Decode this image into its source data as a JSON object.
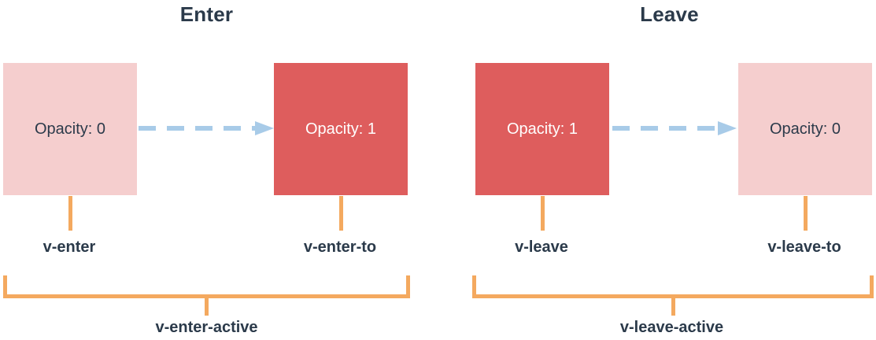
{
  "colors": {
    "faded_box": "#f5cece",
    "opaque_box": "#de5d5d",
    "arrow": "#a8cbe8",
    "bracket": "#f4a95f",
    "text_dark": "#2b3a4a",
    "text_light": "#ffffff",
    "background": "#ffffff"
  },
  "panels": [
    {
      "id": "enter",
      "title": "Enter",
      "from_box": {
        "value_label": "Opacity: 0",
        "state": "faded",
        "class_label": "v-enter"
      },
      "to_box": {
        "value_label": "Opacity: 1",
        "state": "opaque",
        "class_label": "v-enter-to"
      },
      "arrow": {
        "icon": "dashed-arrow-right-icon",
        "direction": "right"
      },
      "bracket_label": "v-enter-active"
    },
    {
      "id": "leave",
      "title": "Leave",
      "from_box": {
        "value_label": "Opacity: 1",
        "state": "opaque",
        "class_label": "v-leave"
      },
      "to_box": {
        "value_label": "Opacity: 0",
        "state": "faded",
        "class_label": "v-leave-to"
      },
      "arrow": {
        "icon": "dashed-arrow-right-icon",
        "direction": "right"
      },
      "bracket_label": "v-leave-active"
    }
  ]
}
